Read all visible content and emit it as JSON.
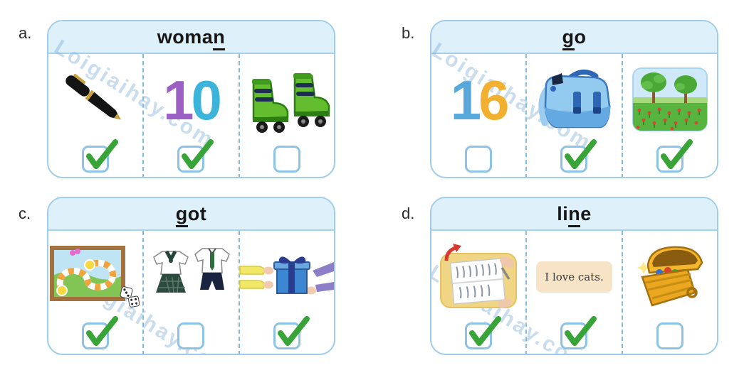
{
  "watermark": {
    "text": "Loigiaihay.com"
  },
  "panels": [
    {
      "label": "a.",
      "word": {
        "pre": "woma",
        "underline": "n",
        "post": ""
      },
      "items": [
        {
          "icon": "pen",
          "checked": true
        },
        {
          "icon": "number-ten",
          "digit1": "1",
          "digit2": "0",
          "checked": true
        },
        {
          "icon": "roller-skates",
          "checked": false
        }
      ]
    },
    {
      "label": "b.",
      "word": {
        "pre": "",
        "underline": "g",
        "post": "o"
      },
      "items": [
        {
          "icon": "number-sixteen",
          "digit1": "1",
          "digit2": "6",
          "checked": false
        },
        {
          "icon": "school-bag",
          "checked": true
        },
        {
          "icon": "garden",
          "checked": true
        }
      ]
    },
    {
      "label": "c.",
      "word": {
        "pre": "",
        "underline": "g",
        "post": "ot"
      },
      "items": [
        {
          "icon": "board-game",
          "checked": true
        },
        {
          "icon": "school-uniforms",
          "checked": false
        },
        {
          "icon": "giving-gift",
          "checked": true
        }
      ]
    },
    {
      "label": "d.",
      "word": {
        "pre": "li",
        "underline": "n",
        "post": "e"
      },
      "items": [
        {
          "icon": "handwriting-practice",
          "checked": true
        },
        {
          "icon": "sentence-card",
          "text": "I love cats.",
          "checked": true
        },
        {
          "icon": "treasure-chest",
          "checked": false
        }
      ]
    }
  ]
}
